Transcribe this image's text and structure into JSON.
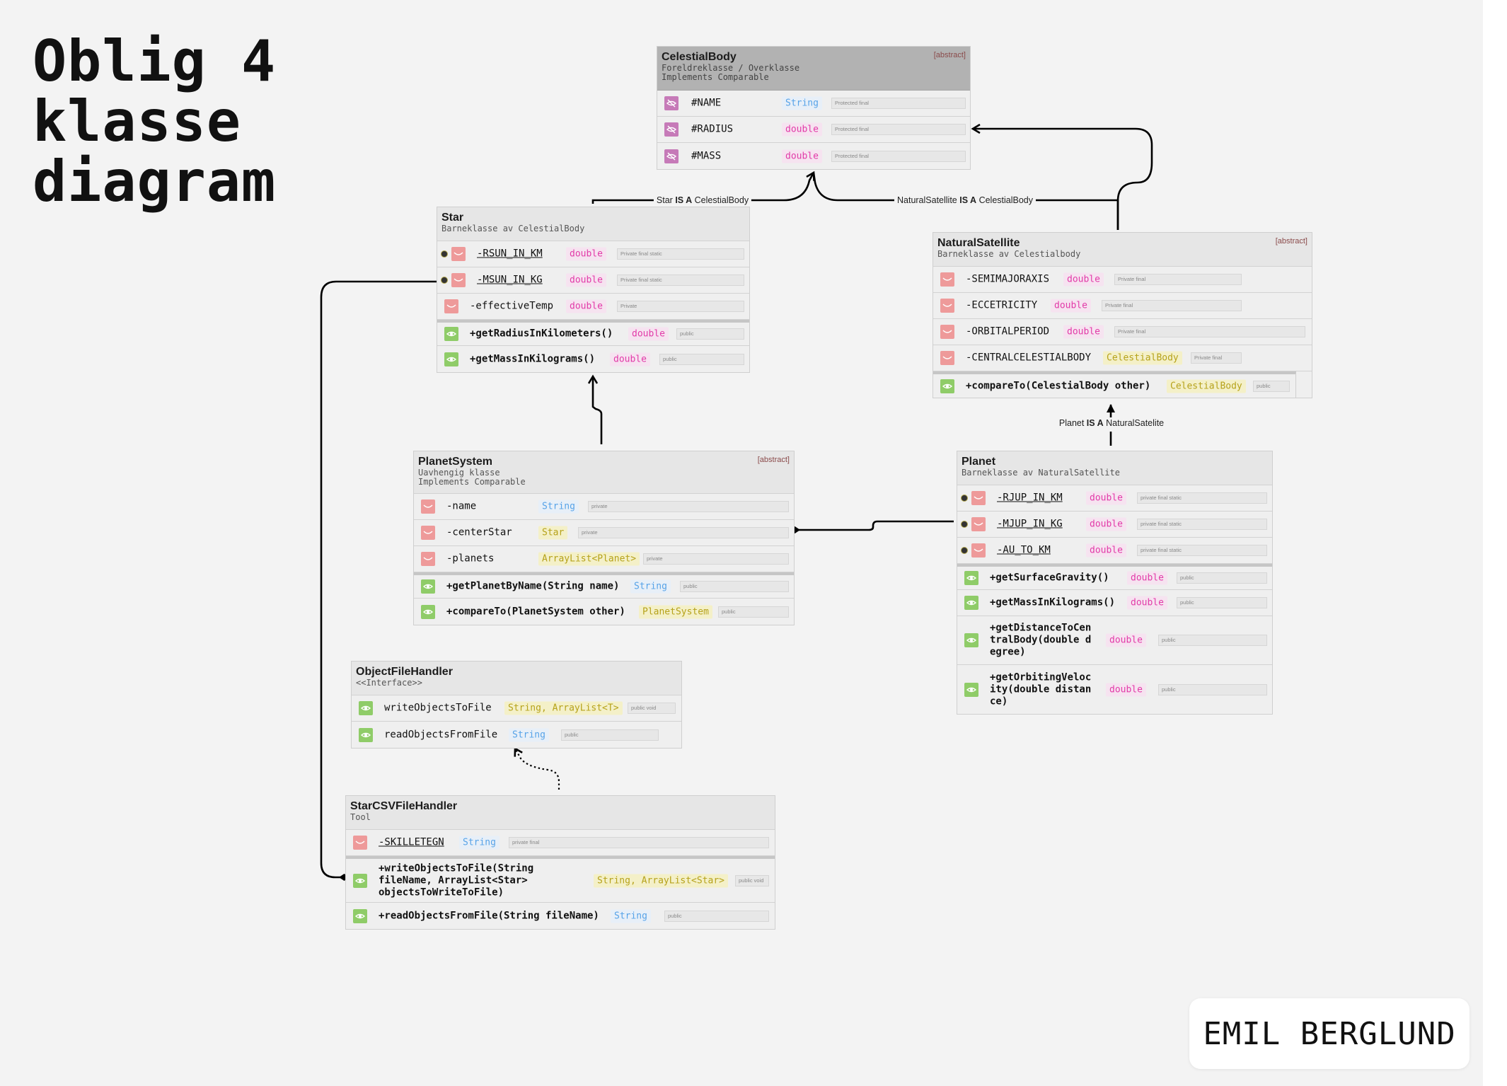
{
  "title_lines": [
    "Oblig 4",
    "klasse",
    "diagram"
  ],
  "author": "EMIL BERGLUND",
  "edge_labels": {
    "star_isa": {
      "pre": "Star ",
      "bold": "IS A",
      "post": " CelestialBody"
    },
    "ns_isa": {
      "pre": "NaturalSatellite ",
      "bold": "IS A",
      "post": " CelestialBody"
    },
    "planet_isa": {
      "pre": "Planet ",
      "bold": "IS A",
      "post": " NaturalSatelite"
    }
  },
  "classes": {
    "celestial": {
      "name": "CelestialBody",
      "tag": "[abstract]",
      "sub1": "Foreldreklasse / Overklasse",
      "sub2": "Implements Comparable",
      "rows": [
        {
          "name": "#NAME",
          "type": "String",
          "mod": "Protected final"
        },
        {
          "name": "#RADIUS",
          "type": "double",
          "mod": "Protected final"
        },
        {
          "name": "#MASS",
          "type": "double",
          "mod": "Protected final"
        }
      ]
    },
    "star": {
      "name": "Star",
      "sub1": "Barneklasse av CelestialBody",
      "rows": [
        {
          "name": "-RSUN_IN_KM",
          "type": "double",
          "mod": "Private final static"
        },
        {
          "name": "-MSUN_IN_KG",
          "type": "double",
          "mod": "Private final static"
        },
        {
          "name": "-effectiveTemp",
          "type": "double",
          "mod": "Private"
        },
        {
          "name": "+getRadiusInKilometers()",
          "type": "double",
          "mod": "public"
        },
        {
          "name": "+getMassInKilograms()",
          "type": "double",
          "mod": "public"
        }
      ]
    },
    "natsat": {
      "name": "NaturalSatellite",
      "tag": "[abstract]",
      "sub1": "Barneklasse av Celestialbody",
      "rows": [
        {
          "name": "-SEMIMAJORAXIS",
          "type": "double",
          "mod": "Private final"
        },
        {
          "name": "-ECCETRICITY",
          "type": "double",
          "mod": "Private final"
        },
        {
          "name": "-ORBITALPERIOD",
          "type": "double",
          "mod": "Private final"
        },
        {
          "name": "-CENTRALCELESTIALBODY",
          "type": "CelestialBody",
          "mod": "Private final"
        },
        {
          "name": "+compareTo(CelestialBody other)",
          "type": "CelestialBody",
          "mod": "public"
        }
      ]
    },
    "psys": {
      "name": "PlanetSystem",
      "tag": "[abstract]",
      "sub1": "Uavhengig klasse",
      "sub2": "Implements Comparable",
      "rows": [
        {
          "name": "-name",
          "type": "String",
          "mod": "private"
        },
        {
          "name": "-centerStar",
          "type": "Star",
          "mod": "private"
        },
        {
          "name": "-planets",
          "type": "ArrayList<Planet>",
          "mod": "private"
        },
        {
          "name": "+getPlanetByName(String name)",
          "type": "String",
          "mod": "public"
        },
        {
          "name": "+compareTo(PlanetSystem other)",
          "type": "PlanetSystem",
          "mod": "public"
        }
      ]
    },
    "planet": {
      "name": "Planet",
      "sub1": "Barneklasse av NaturalSatellite",
      "rows": [
        {
          "name": "-RJUP_IN_KM",
          "type": "double",
          "mod": "private final static"
        },
        {
          "name": "-MJUP_IN_KG",
          "type": "double",
          "mod": "private final static"
        },
        {
          "name": "-AU_TO_KM",
          "type": "double",
          "mod": "private final static"
        },
        {
          "name": "+getSurfaceGravity()",
          "type": "double",
          "mod": "public"
        },
        {
          "name": "+getMassInKilograms()",
          "type": "double",
          "mod": "public"
        },
        {
          "name": "+getDistanceToCentralBody(double degree)",
          "type": "double",
          "mod": "public"
        },
        {
          "name": "+getOrbitingVelocity(double distance)",
          "type": "double",
          "mod": "public"
        }
      ]
    },
    "ofh": {
      "name": "ObjectFileHandler",
      "sub1": "<<Interface>>",
      "rows": [
        {
          "name": "writeObjectsToFile",
          "type": "String, ArrayList<T>",
          "mod": "public void"
        },
        {
          "name": "readObjectsFromFile",
          "type": "String",
          "mod": "public"
        }
      ]
    },
    "csv": {
      "name": "StarCSVFileHandler",
      "sub1": "Tool",
      "rows": [
        {
          "name": "-SKILLETEGN",
          "type": "String",
          "mod": "private final"
        },
        {
          "name": "+writeObjectsToFile(String fileName, ArrayList<Star> objectsToWriteToFile)",
          "type": "String, ArrayList<Star>",
          "mod": "public void"
        },
        {
          "name": "+readObjectsFromFile(String fileName)",
          "type": "String",
          "mod": "public"
        }
      ]
    }
  }
}
